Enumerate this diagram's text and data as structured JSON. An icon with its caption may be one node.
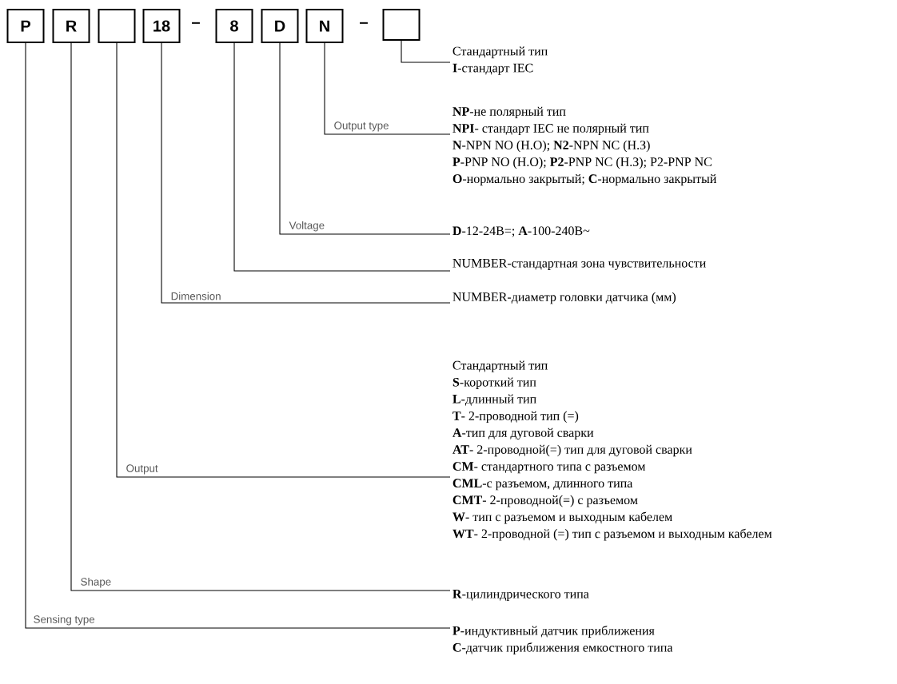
{
  "diagram": {
    "nodes": [
      {
        "text": [
          "P"
        ]
      },
      {
        "text": [
          "R"
        ]
      },
      {
        "text": [],
        "shape": "box"
      },
      {
        "text": [
          "18"
        ]
      },
      {
        "text": [
          "8"
        ]
      },
      {
        "text": [
          "D"
        ]
      },
      {
        "text": [
          "N"
        ]
      },
      {
        "text": [],
        "shape": "box"
      },
      {
        "text": [
          "Стандартный тип",
          "**I**-стандарт IEC"
        ]
      },
      {
        "text": [
          "**NP**-не полярный тип",
          "**NPI**- стандарт IEC не полярный тип",
          "**N**-NPN NO (Н.О);  **N2**-NPN NC (Н.З)",
          "**P**-PNP NO (Н.О);  **P2**-PNP NC (Н.З); P2-PNP NC",
          "**O**-нормально закрытый; **C**-нормально закрытый"
        ]
      },
      {
        "text": [
          "**D**-12-24В=;  **A**-100-240В~"
        ]
      },
      {
        "text": [
          "NUMBER-стандартная зона чувствительности"
        ]
      },
      {
        "text": [
          "NUMBER-диаметр головки датчика (мм)"
        ]
      },
      {
        "text": [
          "Стандартный тип",
          "**S**-короткий тип",
          "**L**-длинный тип",
          "**T**- 2-проводной тип (=)",
          "**A**-тип для дуговой сварки",
          "**AT**- 2-проводной(=)  тип для дуговой сварки",
          "**CM**- стандартного типа с разъемом",
          "**CML**-с разъемом, длинного типа",
          "**CMT**- 2-проводной(=)  с разъемом",
          "**W**- тип с разъемом и  выходным кабелем",
          "**WT**- 2-проводной (=)   тип с разъемом и выходным кабелем"
        ]
      },
      {
        "text": [
          "**R**-цилиндрического типа"
        ]
      },
      {
        "text": [
          "**P**-индуктивный датчик приближения",
          "**C**-датчик приближения емкостного типа"
        ]
      }
    ],
    "edges": [
      {
        "from": 7,
        "to": 8,
        "arrow": "none"
      },
      {
        "from": 6,
        "to": 9,
        "arrow": "none",
        "label": "Output type"
      },
      {
        "from": 5,
        "to": 10,
        "arrow": "none",
        "label": "Voltage"
      },
      {
        "from": 4,
        "to": 11,
        "arrow": "none"
      },
      {
        "from": 3,
        "to": 12,
        "arrow": "none",
        "label": "Dimension"
      },
      {
        "from": 2,
        "to": 13,
        "arrow": "none",
        "label": "Output"
      },
      {
        "from": 1,
        "to": 14,
        "arrow": "none",
        "label": "Shape"
      },
      {
        "from": 0,
        "to": 15,
        "arrow": "none",
        "label": "Sensing type"
      }
    ],
    "labels": [
      "–",
      "–"
    ]
  }
}
